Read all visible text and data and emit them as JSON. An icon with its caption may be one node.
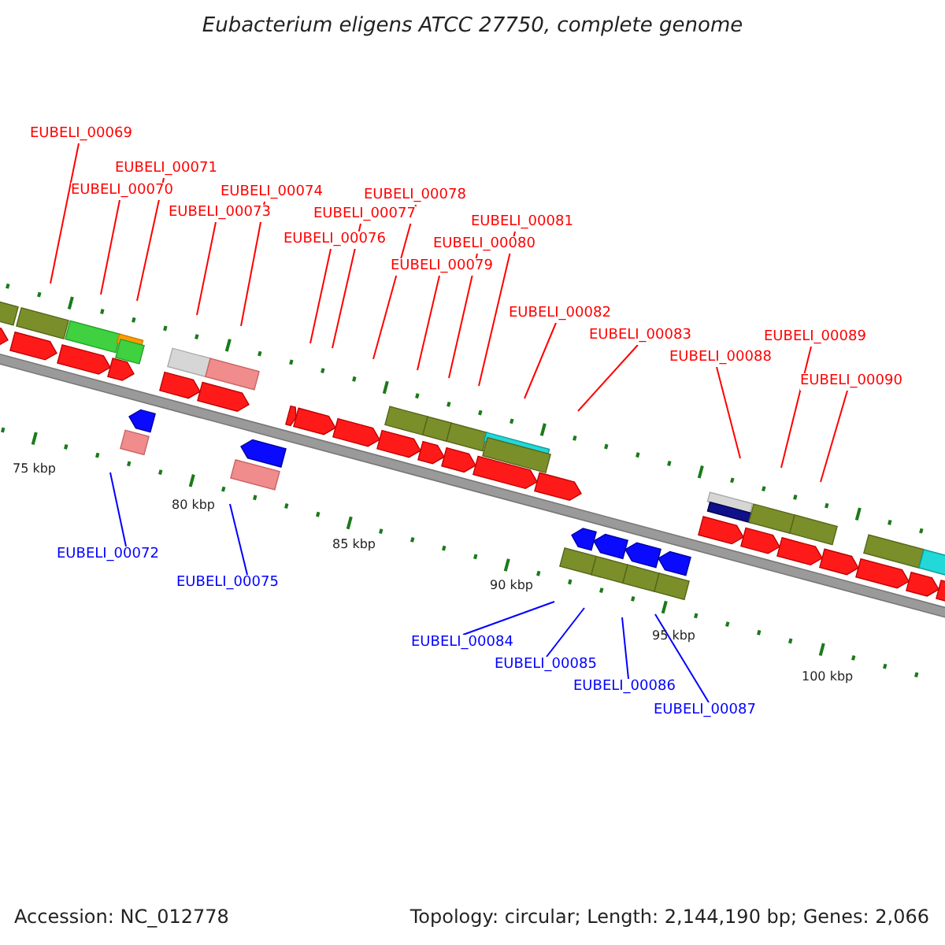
{
  "diagram": {
    "title": "Eubacterium eligens ATCC 27750, complete genome",
    "nodes": [
      {
        "text": [
          "EUBELI_00069"
        ]
      },
      {
        "text": [
          "EUBELI_00070"
        ]
      },
      {
        "text": [
          "EUBELI_00071"
        ]
      },
      {
        "text": [
          "EUBELI_00072"
        ]
      },
      {
        "text": [
          "EUBELI_00073"
        ]
      },
      {
        "text": [
          "EUBELI_00074"
        ]
      },
      {
        "text": [
          "EUBELI_00075"
        ]
      },
      {
        "text": [
          "EUBELI_00076"
        ]
      },
      {
        "text": [
          "EUBELI_00077"
        ]
      },
      {
        "text": [
          "EUBELI_00078"
        ]
      },
      {
        "text": [
          "EUBELI_00079"
        ]
      },
      {
        "text": [
          "EUBELI_00080"
        ]
      },
      {
        "text": [
          "EUBELI_00081"
        ]
      },
      {
        "text": [
          "EUBELI_00082"
        ]
      },
      {
        "text": [
          "EUBELI_00083"
        ]
      },
      {
        "text": [
          "EUBELI_00084"
        ]
      },
      {
        "text": [
          "EUBELI_00085"
        ]
      },
      {
        "text": [
          "EUBELI_00086"
        ]
      },
      {
        "text": [
          "EUBELI_00087"
        ]
      },
      {
        "text": [
          "EUBELI_00088"
        ]
      },
      {
        "text": [
          "EUBELI_00089"
        ]
      },
      {
        "text": [
          "EUBELI_00090"
        ]
      }
    ],
    "edges": [
      {
        "from": 0,
        "to": null,
        "arrow": "none"
      },
      {
        "from": 1,
        "to": null,
        "arrow": "none"
      },
      {
        "from": 2,
        "to": null,
        "arrow": "none"
      },
      {
        "from": 3,
        "to": null,
        "arrow": "none",
        "color": "#0000ff"
      },
      {
        "from": 4,
        "to": null,
        "arrow": "none"
      },
      {
        "from": 5,
        "to": null,
        "arrow": "none"
      },
      {
        "from": 6,
        "to": null,
        "arrow": "none",
        "color": "#0000ff"
      },
      {
        "from": 7,
        "to": null,
        "arrow": "none"
      },
      {
        "from": 8,
        "to": null,
        "arrow": "none"
      },
      {
        "from": 9,
        "to": null,
        "arrow": "none"
      },
      {
        "from": 10,
        "to": null,
        "arrow": "none"
      },
      {
        "from": 11,
        "to": null,
        "arrow": "none"
      },
      {
        "from": 12,
        "to": null,
        "arrow": "none"
      },
      {
        "from": 13,
        "to": null,
        "arrow": "none"
      },
      {
        "from": 14,
        "to": null,
        "arrow": "none"
      },
      {
        "from": 15,
        "to": null,
        "arrow": "none",
        "color": "#0000ff"
      },
      {
        "from": 16,
        "to": null,
        "arrow": "none",
        "color": "#0000ff"
      },
      {
        "from": 17,
        "to": null,
        "arrow": "none",
        "color": "#0000ff"
      },
      {
        "from": 18,
        "to": null,
        "arrow": "none",
        "color": "#0000ff"
      },
      {
        "from": 19,
        "to": null,
        "arrow": "none"
      },
      {
        "from": 20,
        "to": null,
        "arrow": "none"
      },
      {
        "from": 21,
        "to": null,
        "arrow": "none"
      }
    ],
    "labels": [
      "75 kbp",
      "80 kbp",
      "85 kbp",
      "90 kbp",
      "95 kbp",
      "100 kbp",
      "Accession: NC_012778",
      "Topology: circular; Length: 2,144,190 bp; Genes: 2,066"
    ]
  }
}
